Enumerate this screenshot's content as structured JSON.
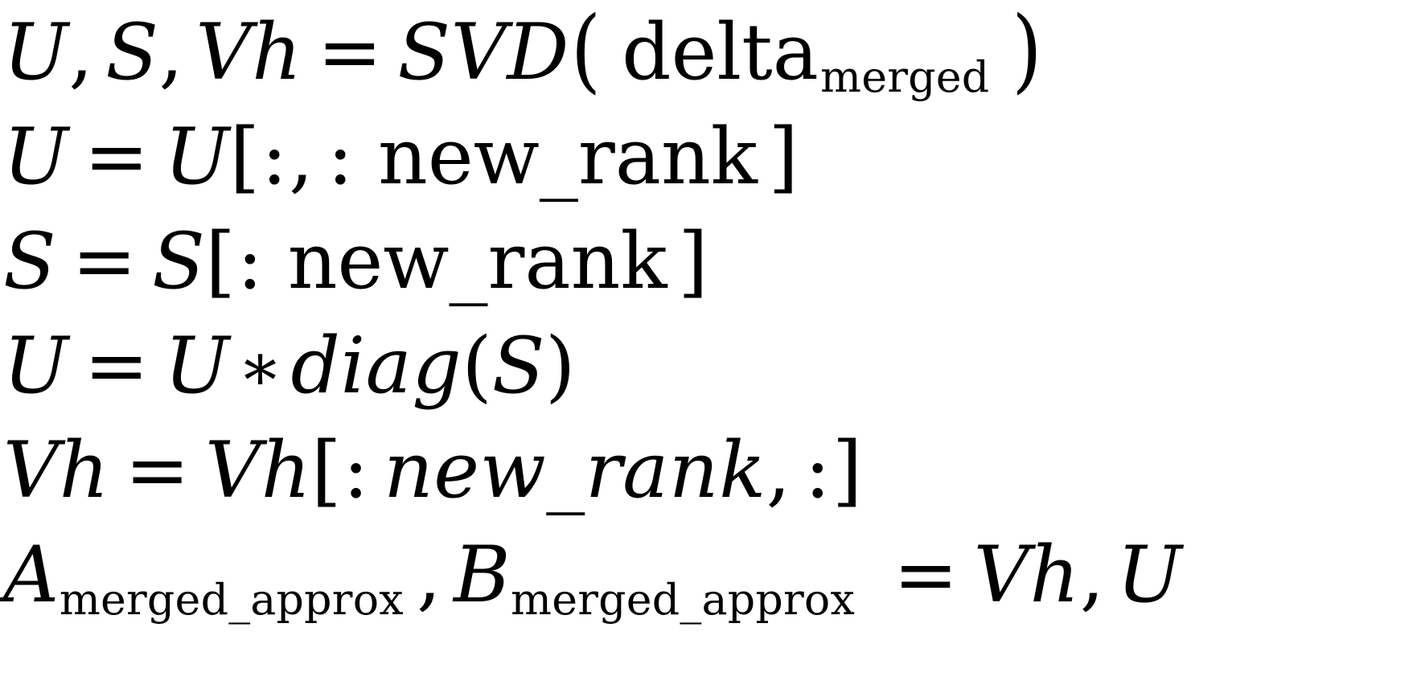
{
  "document": {
    "kind": "latex-equation-block",
    "background_color": "#ffffff",
    "text_color": "#000000",
    "line_count": 6
  },
  "equations": {
    "line1": {
      "lhs_u": "U",
      "comma1": ",",
      "lhs_s": "S",
      "comma2": ",",
      "lhs_vh": "Vh",
      "equals": "=",
      "func": "SVD",
      "open_paren": "(",
      "arg_base": "delta",
      "arg_sub": "merged",
      "close_paren": ")",
      "plain": "U, S, Vh = SVD( delta_merged )"
    },
    "line2": {
      "lhs": "U",
      "equals": "=",
      "rhs_var": "U",
      "open_bracket": "[",
      "colon1": ":",
      "comma": ",",
      "colon2": ":",
      "index": "new_rank",
      "close_bracket": "]",
      "plain": "U = U[:, : new_rank ]"
    },
    "line3": {
      "lhs": "S",
      "equals": "=",
      "rhs_var": "S",
      "open_bracket": "[",
      "colon": ":",
      "index": "new_rank",
      "close_bracket": "]",
      "plain": "S = S[: new_rank ]"
    },
    "line4": {
      "lhs": "U",
      "equals": "=",
      "rhs_var": "U",
      "times": "∗",
      "func": "diag",
      "open_paren": "(",
      "arg": "S",
      "close_paren": ")",
      "plain": "U = U * diag(S)"
    },
    "line5": {
      "lhs": "Vh",
      "equals": "=",
      "rhs_var": "Vh",
      "open_bracket": "[",
      "colon1": ":",
      "index": "new_rank",
      "comma": ",",
      "colon2": ":",
      "close_bracket": "]",
      "plain": "Vh = Vh[: new_rank, :]"
    },
    "line6": {
      "lhs_a_base": "A",
      "lhs_a_sub": "merged_approx",
      "comma": ",",
      "lhs_b_base": "B",
      "lhs_b_sub": "merged_approx",
      "equals": "=",
      "rhs_vh": "Vh",
      "rhs_comma": ",",
      "rhs_u": "U",
      "plain": "A_merged_approx , B_merged_approx = Vh, U"
    }
  }
}
